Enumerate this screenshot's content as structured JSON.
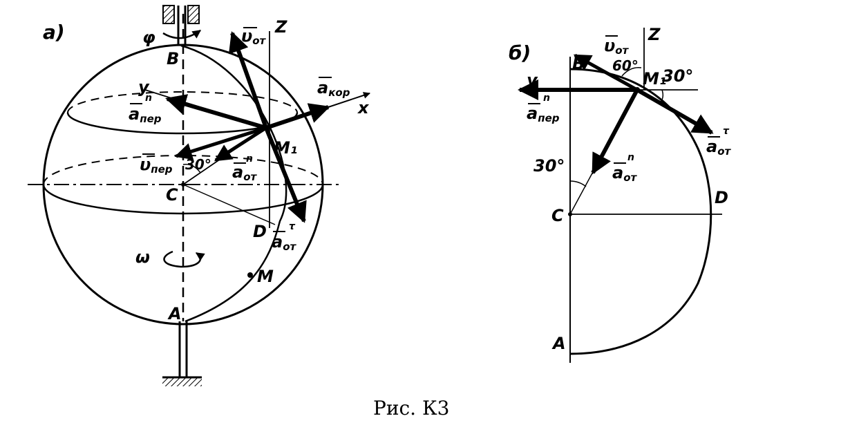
{
  "caption": "Рис. К3",
  "fig_a": {
    "panel_label": "а)",
    "phi": "φ",
    "B": "B",
    "Z": "Z",
    "y": "y",
    "x": "x",
    "C": "C",
    "D": "D",
    "M": "M",
    "M1": "M₁",
    "A": "A",
    "omega": "ω",
    "angle": "30°",
    "v_rel": {
      "base": "υ",
      "sub": "от"
    },
    "v_tr": {
      "base": "υ",
      "sub": "пер"
    },
    "a_cor": {
      "base": "a",
      "sub": "кор"
    },
    "a_tr_n": {
      "base": "a",
      "sub": "пер",
      "sup": "n"
    },
    "a_rel_n": {
      "base": "a",
      "sub": "от",
      "sup": "n"
    },
    "a_rel_tau": {
      "base": "a",
      "sub": "от",
      "sup": "τ"
    }
  },
  "fig_b": {
    "panel_label": "б)",
    "B": "B",
    "Z": "Z",
    "y": "y",
    "C": "C",
    "D": "D",
    "A": "A",
    "M1": "M₁",
    "angle60": "60°",
    "angle30a": "30°",
    "angle30b": "30°",
    "v_rel": {
      "base": "υ",
      "sub": "от"
    },
    "a_tr_n": {
      "base": "a",
      "sub": "пер",
      "sup": "n"
    },
    "a_rel_n": {
      "base": "a",
      "sub": "от",
      "sup": "n"
    },
    "a_rel_tau": {
      "base": "a",
      "sub": "от",
      "sup": "τ"
    }
  }
}
